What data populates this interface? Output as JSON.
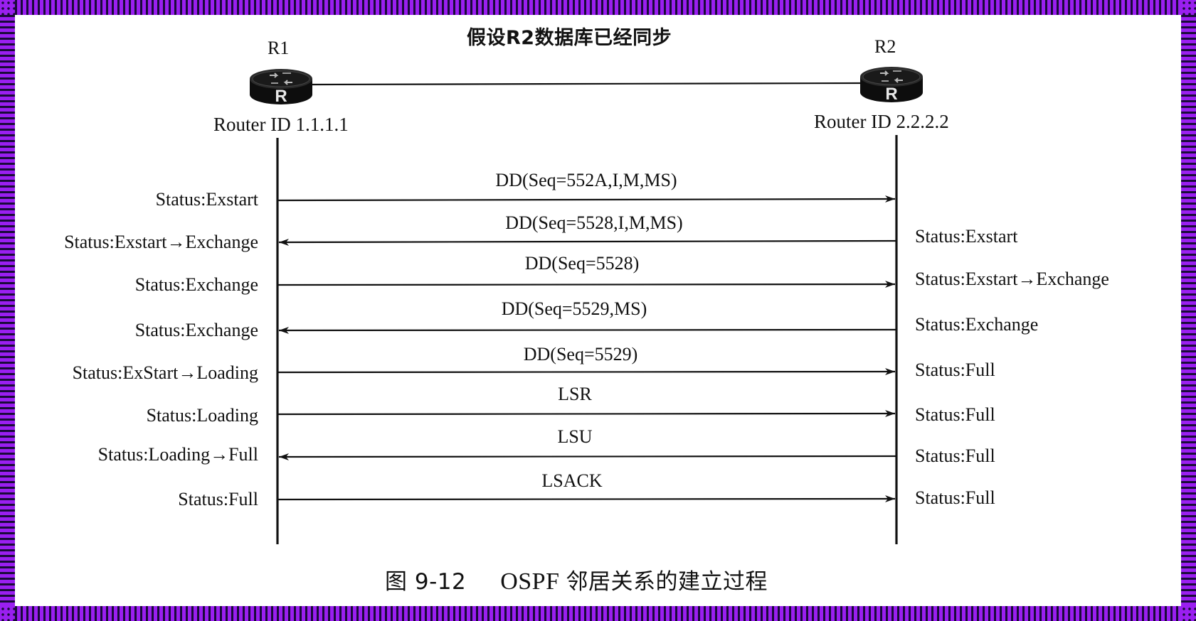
{
  "title": "假设R2数据库已经同步",
  "routers": [
    {
      "name": "R1",
      "router_id_label": "Router ID 1.1.1.1",
      "icon": "router-icon"
    },
    {
      "name": "R2",
      "router_id_label": "Router ID 2.2.2.2",
      "icon": "router-icon"
    }
  ],
  "messages": [
    {
      "label": "DD(Seq=552A,I,M,MS)",
      "direction": "R1->R2",
      "r1_status": "Status:Exstart",
      "r2_status": ""
    },
    {
      "label": "DD(Seq=5528,I,M,MS)",
      "direction": "R2->R1",
      "r1_status": "Status:Exstart→Exchange",
      "r2_status": "Status:Exstart"
    },
    {
      "label": "DD(Seq=5528)",
      "direction": "R1->R2",
      "r1_status": "Status:Exchange",
      "r2_status": "Status:Exstart→Exchange"
    },
    {
      "label": "DD(Seq=5529,MS)",
      "direction": "R2->R1",
      "r1_status": "Status:Exchange",
      "r2_status": "Status:Exchange"
    },
    {
      "label": "DD(Seq=5529)",
      "direction": "R1->R2",
      "r1_status": "Status:ExStart→Loading",
      "r2_status": "Status:Full"
    },
    {
      "label": "LSR",
      "direction": "R1->R2",
      "r1_status": "Status:Loading",
      "r2_status": "Status:Full"
    },
    {
      "label": "LSU",
      "direction": "R2->R1",
      "r1_status": "Status:Loading→Full",
      "r2_status": "Status:Full"
    },
    {
      "label": "LSACK",
      "direction": "R1->R2",
      "r1_status": "Status:Full",
      "r2_status": "Status:Full"
    }
  ],
  "caption": {
    "figure_number": "图 9-12",
    "protocol": "OSPF",
    "text": "邻居关系的建立过程"
  },
  "colors": {
    "frame_purple": "#9a1ff0",
    "frame_dark": "#1a0a3a",
    "ink": "#111111",
    "background": "#ffffff"
  }
}
